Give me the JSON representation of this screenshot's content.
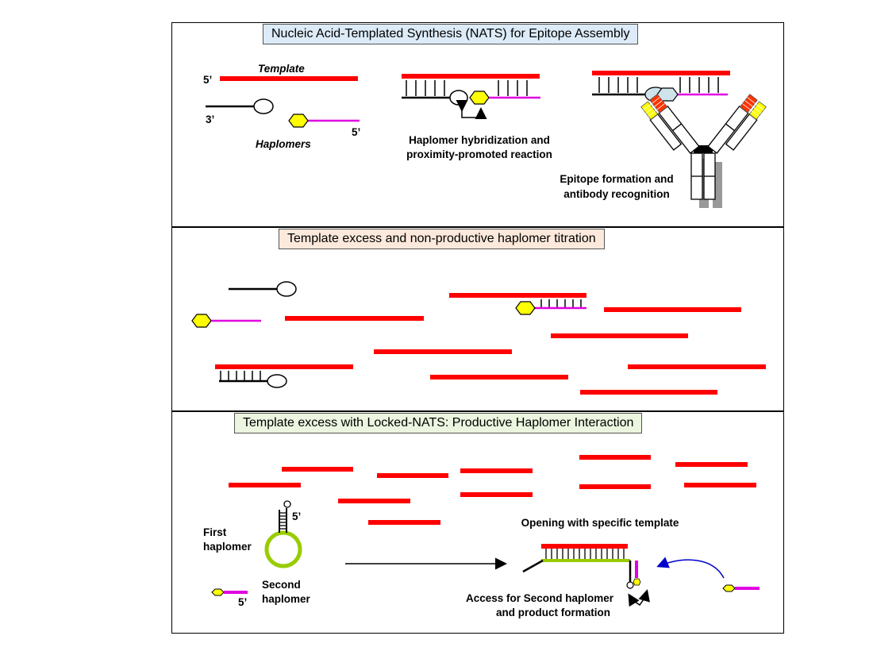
{
  "panels": {
    "top": {
      "title": "Nucleic Acid-Templated Synthesis (NATS)  for Epitope Assembly",
      "title_bg": "#DCEBF7",
      "labels": {
        "template": "Template",
        "five_prime_a": "5’",
        "three_prime": "3’",
        "five_prime_b": "5’",
        "haplomers": "Haplomers",
        "hybridization_line1": "Haplomer hybridization and",
        "hybridization_line2": "proximity-promoted reaction",
        "epitope_line1": "Epitope formation and",
        "epitope_line2": "antibody recognition"
      }
    },
    "middle": {
      "title": "Template excess and non-productive haplomer titration",
      "title_bg": "#FCE9DB"
    },
    "bottom": {
      "title": "Template excess with Locked-NATS: Productive Haplomer Interaction",
      "title_bg": "#EBF5DF",
      "labels": {
        "five_prime_a": "5’",
        "first_haplomer_line1": "First",
        "first_haplomer_line2": "haplomer",
        "second_haplomer_line1": "Second",
        "second_haplomer_line2": "haplomer",
        "five_prime_b": "5’",
        "opening": "Opening with specific template",
        "access_line1": "Access for Second haplomer",
        "access_line2": "and product formation"
      }
    }
  },
  "colors": {
    "template": "#FF0000",
    "haplomer_tail": "#E100E1",
    "hexagon": "#FFFF00",
    "locked_loop": "#99CC00",
    "arrow_blue": "#0000CC",
    "antibody_shadow": "#999999"
  },
  "icons": [
    "hexagon-icon",
    "circle-icon",
    "antibody-icon",
    "arrow-icon"
  ]
}
